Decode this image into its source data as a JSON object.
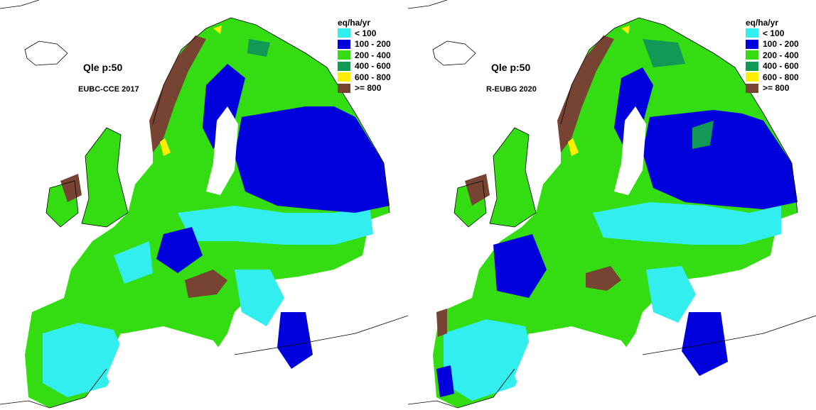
{
  "legend": {
    "unit": "eq/ha/yr",
    "items": [
      {
        "label": "< 100",
        "color": "#33eeee"
      },
      {
        "label": "100 - 200",
        "color": "#0000dd"
      },
      {
        "label": "200 - 400",
        "color": "#33dd11"
      },
      {
        "label": "400 - 600",
        "color": "#119955"
      },
      {
        "label": "600 - 800",
        "color": "#ffee00"
      },
      {
        "label": ">= 800",
        "color": "#774433"
      }
    ]
  },
  "panels": [
    {
      "quantity_label": "Qle p:50",
      "source_label": "EUBC-CCE 2017"
    },
    {
      "quantity_label": "Qle p:50",
      "source_label": "R-EUBG 2020"
    }
  ]
}
